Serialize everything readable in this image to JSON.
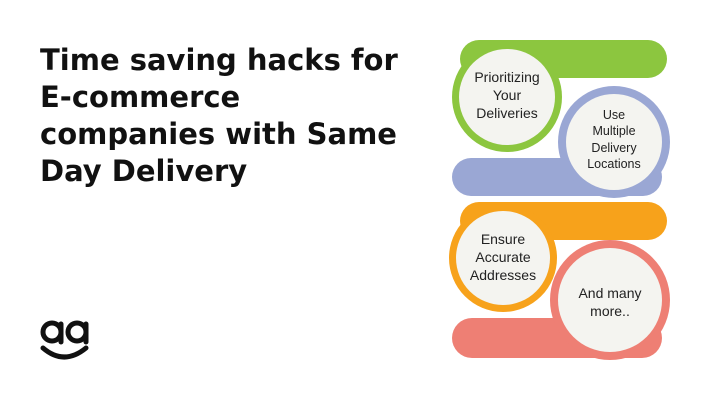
{
  "headline": {
    "lines": [
      "Time saving hacks for",
      "E-commerce",
      "companies with Same",
      "Day Delivery"
    ]
  },
  "logo": {
    "text": "ag"
  },
  "steps": [
    {
      "lines": [
        "Prioritizing",
        "Your",
        "Deliveries"
      ],
      "color": "#8cc63f"
    },
    {
      "lines": [
        "Use",
        "Multiple",
        "Delivery",
        "Locations"
      ],
      "color": "#9aa7d4"
    },
    {
      "lines": [
        "Ensure",
        "Accurate",
        "Addresses"
      ],
      "color": "#f7a21b"
    },
    {
      "lines": [
        "And many",
        "more.."
      ],
      "color": "#ee7f74"
    }
  ],
  "colors": {
    "text": "#111111",
    "circle_fill": "#f4f4f0"
  }
}
